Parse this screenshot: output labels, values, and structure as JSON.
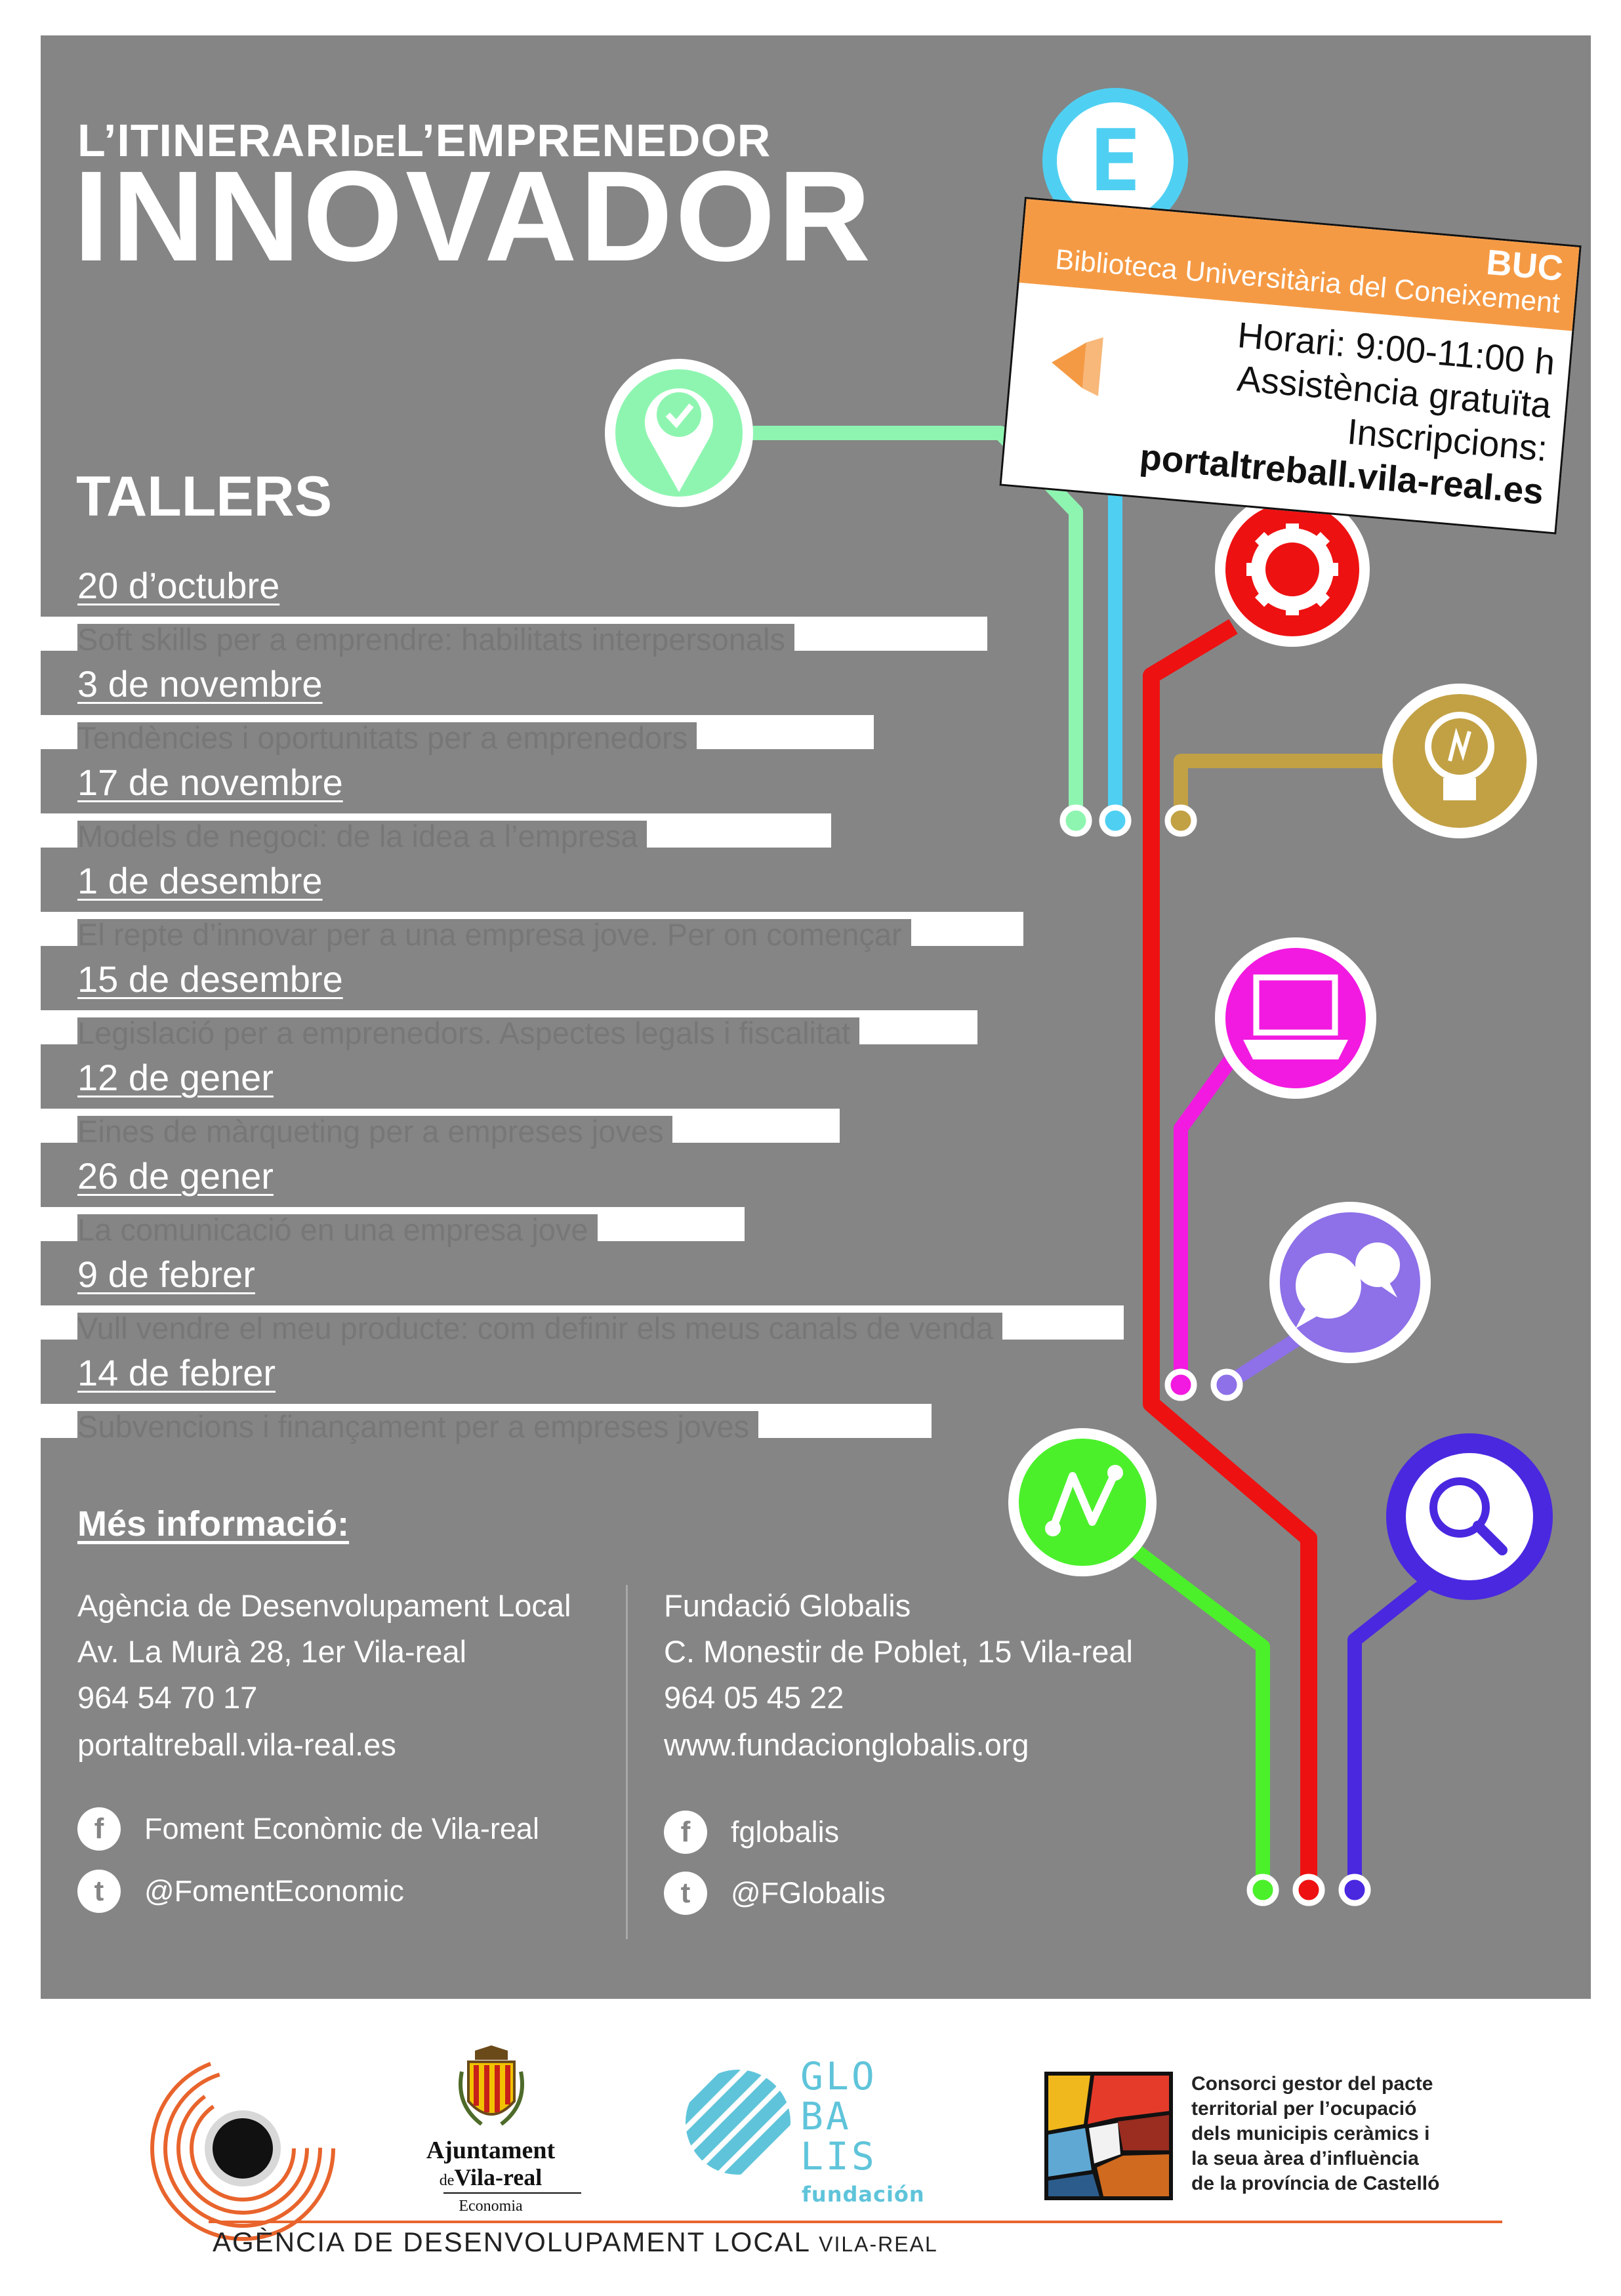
{
  "header": {
    "line1_a": "L’ITINERARI",
    "line1_b": "DE",
    "line1_c": "L’EMPRENEDOR",
    "line2": "INNOVADOR"
  },
  "card": {
    "code": "BUC",
    "venue": "Biblioteca Universitària del Coneixement",
    "schedule": "Horari: 9:00-11:00 h",
    "entry": "Assistència gratuïta",
    "registration": "Inscripcions:",
    "url": "portaltreball.vila-real.es"
  },
  "route_icon_letter": "E",
  "tallers": {
    "heading": "TALLERS",
    "items": [
      {
        "date": "20 d’octubre",
        "topic": "Soft skills per a emprendre: habilitats interpersonals"
      },
      {
        "date": "3 de novembre",
        "topic": "Tendències i oportunitats per a emprenedors"
      },
      {
        "date": "17 de novembre",
        "topic": "Models de negoci: de la idea a l’empresa"
      },
      {
        "date": "1 de desembre",
        "topic": "El repte d’innovar per a una empresa jove. Per on començar"
      },
      {
        "date": "15 de desembre",
        "topic": "Legislació per a emprenedors. Aspectes legals i fiscalitat"
      },
      {
        "date": "12 de gener",
        "topic": "Eines de màrqueting per a empreses joves"
      },
      {
        "date": "26 de gener",
        "topic": "La comunicació en una empresa jove"
      },
      {
        "date": "9 de febrer",
        "topic": "Vull vendre el meu producte: com definir els meus canals de venda"
      },
      {
        "date": "14 de febrer",
        "topic": "Subvencions i finançament per a empreses joves"
      }
    ]
  },
  "info": {
    "heading": "Més informació:",
    "left": {
      "name": "Agència de Desenvolupament Local",
      "address": "Av. La Murà 28, 1er Vila-real",
      "phone": "964 54 70 17",
      "web": "portaltreball.vila-real.es",
      "facebook": "Foment Econòmic de Vila-real",
      "twitter": "@FomentEconomic"
    },
    "right": {
      "name": "Fundació Globalis",
      "address": "C. Monestir de Poblet, 15 Vila-real",
      "phone": "964 05 45 22",
      "web": "www.fundacionglobalis.org",
      "facebook": "fglobalis",
      "twitter": "@FGlobalis"
    }
  },
  "footer": {
    "ajuntament_1": "Ajuntament",
    "ajuntament_de": "de",
    "ajuntament_2": "Vila-real",
    "ajuntament_3": "Economia",
    "globalis_1": "GLO",
    "globalis_2": "BA",
    "globalis_3": "LIS",
    "globalis_4": "fundación",
    "consorci": [
      "Consorci gestor del pacte",
      "territorial per l’ocupació",
      "dels municipis ceràmics i",
      "la seua àrea d’influència",
      "de la província de Castelló"
    ],
    "agencia": "AGÈNCIA DE DESENVOLUPAMENT LOCAL",
    "agencia_city": "VILA-REAL"
  },
  "colors": {
    "background": "#858585",
    "mint": "#8ef5b0",
    "sky": "#4fd0f2",
    "red": "#ee1111",
    "olive": "#c2a145",
    "magenta": "#f21ae0",
    "lavender": "#8e70e8",
    "green": "#4bf02b",
    "indigo": "#4a28e0",
    "orange": "#f59a44"
  },
  "icons": [
    "letter-e-icon",
    "location-check-icon",
    "gear-icon",
    "lightbulb-icon",
    "laptop-icon",
    "chat-bubbles-icon",
    "trend-line-icon",
    "magnifier-icon",
    "facebook-icon",
    "twitter-icon"
  ]
}
